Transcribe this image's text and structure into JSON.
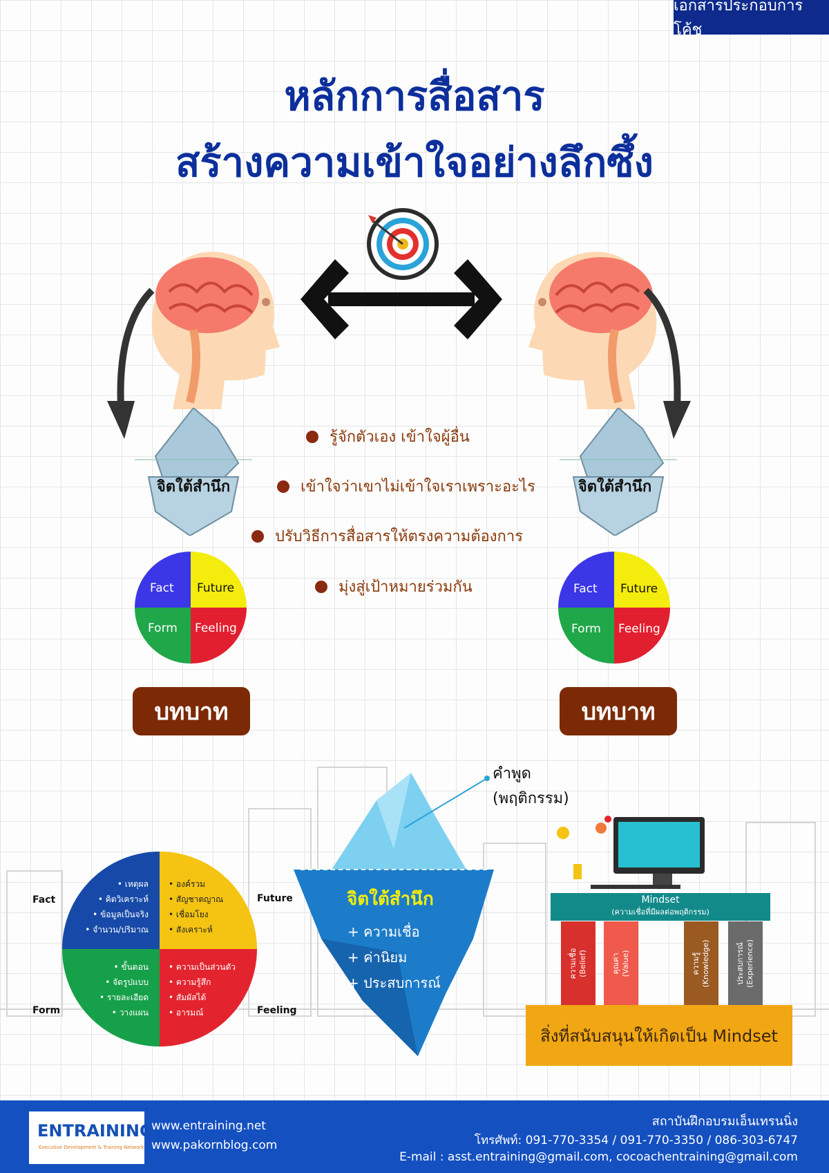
{
  "badge": "เอกสารประกอบการโค้ช",
  "title": {
    "line1": "หลักการสื่อสาร",
    "line2": "สร้างความเข้าใจอย่างลึกซึ้ง"
  },
  "bullets": [
    "รู้จักตัวเอง เข้าใจผู้อื่น",
    "เข้าใจว่าเขาไม่เข้าใจเราเพราะอะไร",
    "ปรับวิธีการสื่อสารให้ตรงความต้องการ",
    "มุ่งสู่เป้าหมายร่วมกัน"
  ],
  "iceberg_label": "จิตใต้สำนึก",
  "quadrants": {
    "fact": "Fact",
    "future": "Future",
    "form": "Form",
    "feeling": "Feeling"
  },
  "role_label": "บทบาท",
  "big_pie": {
    "fact_label": "Fact",
    "future_label": "Future",
    "form_label": "Form",
    "feeling_label": "Feeling",
    "fact_items": [
      "• เหตุผล",
      "• คิดวิเคราะห์",
      "• ข้อมูลเป็นจริง",
      "• จำนวน/ปริมาณ"
    ],
    "future_items": [
      "• องค์รวม",
      "• สัญชาตญาณ",
      "• เชื่อมโยง",
      "• สังเคราะห์"
    ],
    "form_items": [
      "• ขั้นตอน",
      "• จัดรูปแบบ",
      "• รายละเอียด",
      "• วางแผน"
    ],
    "feeling_items": [
      "• ความเป็นส่วนตัว",
      "• ความรู้สึก",
      "• สัมผัสได้",
      "• อารมณ์"
    ]
  },
  "big_iceberg": {
    "tip_line1": "คำพูด",
    "tip_line2": "(พฤติกรรม)",
    "title": "จิตใต้สำนึก",
    "items": [
      "+ ความเชื่อ",
      "+ ค่านิยม",
      "+ ประสบการณ์"
    ]
  },
  "mindset": {
    "title": "Mindset",
    "subtitle": "(ความเชื่อที่มีผลต่อพฤติกรรม)",
    "pillars": [
      {
        "th": "ความเชื่อ",
        "en": "(Belief)",
        "color": "#d8302c"
      },
      {
        "th": "คุณค่า",
        "en": "(Value)",
        "color": "#ef5a4c"
      },
      {
        "th": "ความรู้",
        "en": "(Knowledge)",
        "color": "#9a5a22"
      },
      {
        "th": "ประสบการณ์",
        "en": "(Experience)",
        "color": "#6b6b6b"
      }
    ],
    "base": "สิ่งที่สนับสนุนให้เกิดเป็น Mindset"
  },
  "footer": {
    "logo": "ENTRAINING",
    "logo_sub": "Executive Development & Training Network",
    "web1": "www.entraining.net",
    "web2": "www.pakornblog.com",
    "org": "สถาบันฝึกอบรมเอ็นเทรนนิ่ง",
    "phone": "โทรศัพท์: 091-770-3354 / 091-770-3350 / 086-303-6747",
    "email": "E-mail : asst.entraining@gmail.com, cocoachentraining@gmail.com"
  },
  "colors": {
    "title": "#0d2f9c",
    "fact": "#3b36e6",
    "future": "#f4ec0c",
    "form": "#20a74a",
    "feeling": "#e21f2f",
    "role": "#7c2a06",
    "footer": "#1450c0"
  }
}
